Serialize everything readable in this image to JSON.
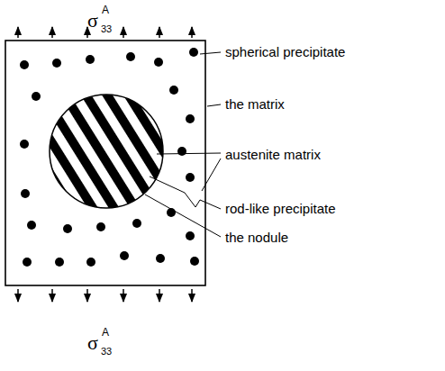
{
  "diagram": {
    "labels": [
      "σ",
      "A",
      "33",
      "σ",
      "A",
      "33",
      "spherical precipitate",
      "the matrix",
      "austenite matrix",
      "rod-like precipitate",
      "the nodule"
    ]
  }
}
